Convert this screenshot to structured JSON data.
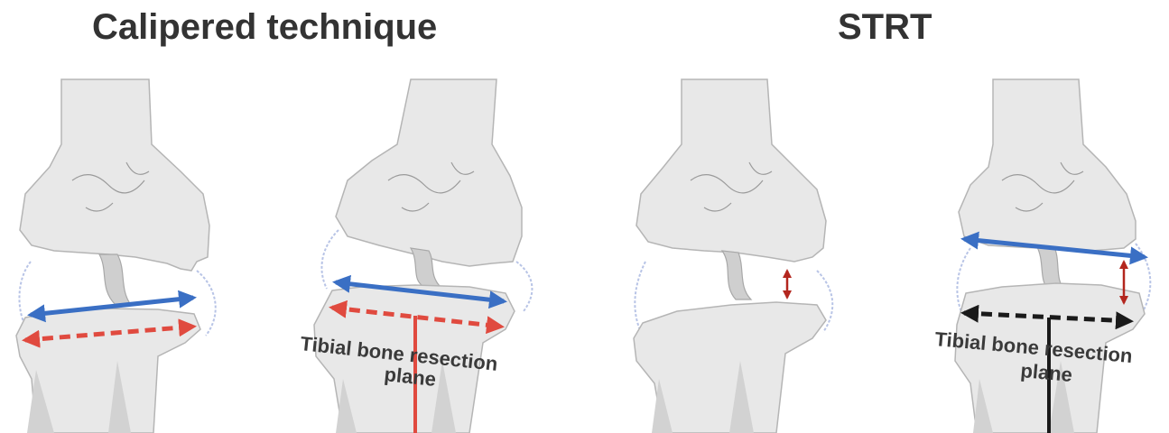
{
  "titles": {
    "left": "Calipered technique",
    "right": "STRT"
  },
  "annotations": {
    "panel2_line1": "Tibial bone resection",
    "panel2_line2": "plane",
    "panel4_line1": "Tibial bone resection",
    "panel4_line2": "plane"
  },
  "colors": {
    "blue_arrow": "#3a6fc4",
    "red_arrow": "#e04a3f",
    "dark_red_arrow": "#b3261e",
    "black_arrow": "#1a1a1a",
    "bone": "#e8e8e8",
    "meniscus": "#b8c4e6"
  },
  "panels": [
    {
      "name": "calipered-before",
      "arrows": [
        "blue-solid",
        "red-dashed"
      ]
    },
    {
      "name": "calipered-after-resection",
      "arrows": [
        "blue-solid",
        "red-dashed",
        "red-resection-line"
      ]
    },
    {
      "name": "strt-before",
      "arrows": [
        "dark-red-gap"
      ]
    },
    {
      "name": "strt-after-resection",
      "arrows": [
        "blue-solid",
        "dark-red-gap",
        "black-dashed",
        "black-resection-line"
      ]
    }
  ]
}
